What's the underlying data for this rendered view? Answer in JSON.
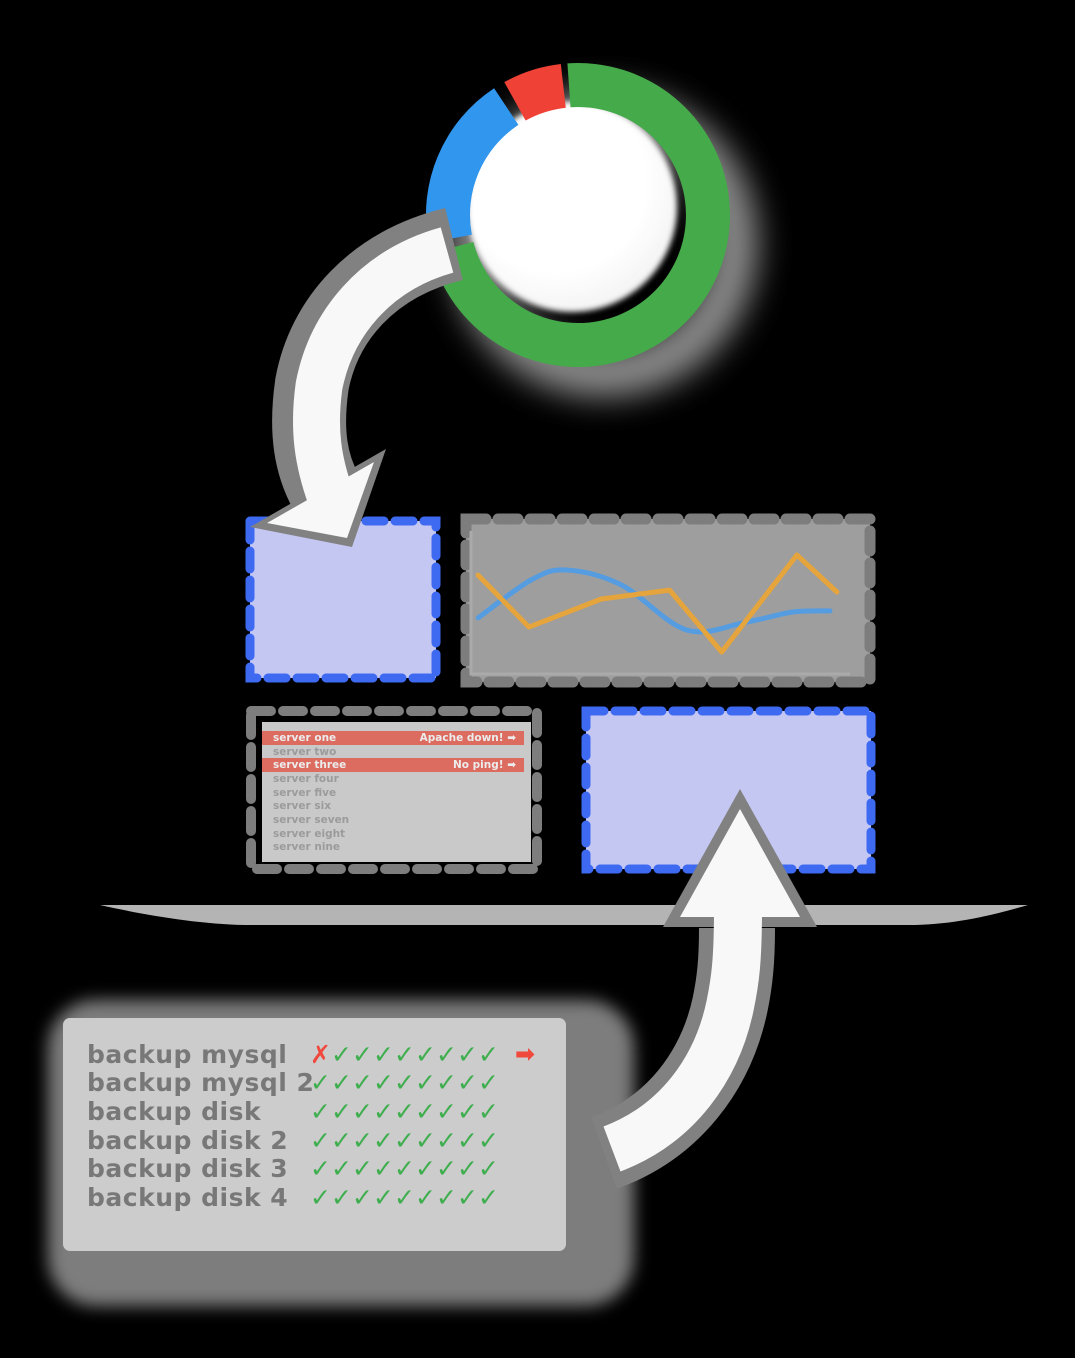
{
  "colors": {
    "background": "#000000",
    "donut_green": "#45aa49",
    "donut_blue": "#3196ee",
    "donut_red": "#ef4136",
    "donut_shadow": "#8c8c8c",
    "donut_hole": "#ffffff",
    "arrow_body": "#f8f8f8",
    "arrow_border": "#818181",
    "dash_blue": "#3e6af2",
    "box_fill_lavender": "#c5c7f3",
    "dash_gray": "#7d7d7d",
    "chart_bg": "#9e9e9e",
    "axis_gray": "#aaaaaa",
    "line_blue": "#559ce0",
    "line_orange": "#e5a43c",
    "divider_gray": "#b4b4b4",
    "server_panel_bg": "#c9c9c9",
    "server_text_gray": "#9b9b9b",
    "alert_bar_red": "#dc6b60",
    "alert_text": "#ececec",
    "backup_panel_bg": "#cccccc",
    "backup_shadow": "#7d7d7d",
    "backup_text_gray": "#787878",
    "check_green": "#3fae4e",
    "fail_red": "#f0483c",
    "notify_arrow_red": "#f0483c"
  },
  "chart_data": [
    {
      "type": "donut",
      "segments": [
        {
          "color": "#45aa49",
          "start_deg": 356.0,
          "sweep_deg": 259.5,
          "percent": 72
        },
        {
          "color": "#3196ee",
          "start_deg": 259.5,
          "sweep_deg": 67.0,
          "percent": 19
        },
        {
          "color": "#ef4136",
          "start_deg": 331.0,
          "sweep_deg": 22.5,
          "percent": 6
        }
      ],
      "title": "",
      "legend": false
    },
    {
      "type": "line",
      "series": [
        {
          "name": "blue",
          "color": "#559ce0",
          "style": "smooth",
          "points": [
            [
              0.03,
              0.607
            ],
            [
              0.161,
              0.374
            ],
            [
              0.248,
              0.313
            ],
            [
              0.385,
              0.405
            ],
            [
              0.546,
              0.681
            ],
            [
              0.695,
              0.632
            ],
            [
              0.807,
              0.571
            ],
            [
              0.901,
              0.564
            ]
          ]
        },
        {
          "name": "orange",
          "color": "#e5a43c",
          "style": "angular",
          "points": [
            [
              0.03,
              0.344
            ],
            [
              0.156,
              0.663
            ],
            [
              0.335,
              0.491
            ],
            [
              0.504,
              0.436
            ],
            [
              0.633,
              0.816
            ],
            [
              0.819,
              0.221
            ],
            [
              0.918,
              0.448
            ]
          ]
        }
      ],
      "title": "",
      "axes_visible": true,
      "grid": false,
      "legend": false
    }
  ],
  "server_panel": {
    "status_arrow_glyph": "➡",
    "rows": [
      {
        "label": "server one",
        "status": "Apache down!",
        "alert": true
      },
      {
        "label": "server two",
        "status": "",
        "alert": false
      },
      {
        "label": "server three",
        "status": "No ping!",
        "alert": true
      },
      {
        "label": "server four",
        "status": "",
        "alert": false
      },
      {
        "label": "server five",
        "status": "",
        "alert": false
      },
      {
        "label": "server six",
        "status": "",
        "alert": false
      },
      {
        "label": "server seven",
        "status": "",
        "alert": false
      },
      {
        "label": "server eight",
        "status": "",
        "alert": false
      },
      {
        "label": "server nine",
        "status": "",
        "alert": false
      }
    ]
  },
  "backup_panel": {
    "glyphs": {
      "ok": "✓",
      "fail": "✗",
      "arrow": "➡"
    },
    "rows": [
      {
        "label": "backup mysql",
        "marks": [
          "fail",
          "ok",
          "ok",
          "ok",
          "ok",
          "ok",
          "ok",
          "ok",
          "ok"
        ],
        "arrow": true
      },
      {
        "label": "backup mysql 2",
        "marks": [
          "ok",
          "ok",
          "ok",
          "ok",
          "ok",
          "ok",
          "ok",
          "ok",
          "ok"
        ],
        "arrow": false
      },
      {
        "label": "backup disk",
        "marks": [
          "ok",
          "ok",
          "ok",
          "ok",
          "ok",
          "ok",
          "ok",
          "ok",
          "ok"
        ],
        "arrow": false
      },
      {
        "label": "backup disk 2",
        "marks": [
          "ok",
          "ok",
          "ok",
          "ok",
          "ok",
          "ok",
          "ok",
          "ok",
          "ok"
        ],
        "arrow": false
      },
      {
        "label": "backup disk 3",
        "marks": [
          "ok",
          "ok",
          "ok",
          "ok",
          "ok",
          "ok",
          "ok",
          "ok",
          "ok"
        ],
        "arrow": false
      },
      {
        "label": "backup disk 4",
        "marks": [
          "ok",
          "ok",
          "ok",
          "ok",
          "ok",
          "ok",
          "ok",
          "ok",
          "ok"
        ],
        "arrow": false
      }
    ]
  }
}
